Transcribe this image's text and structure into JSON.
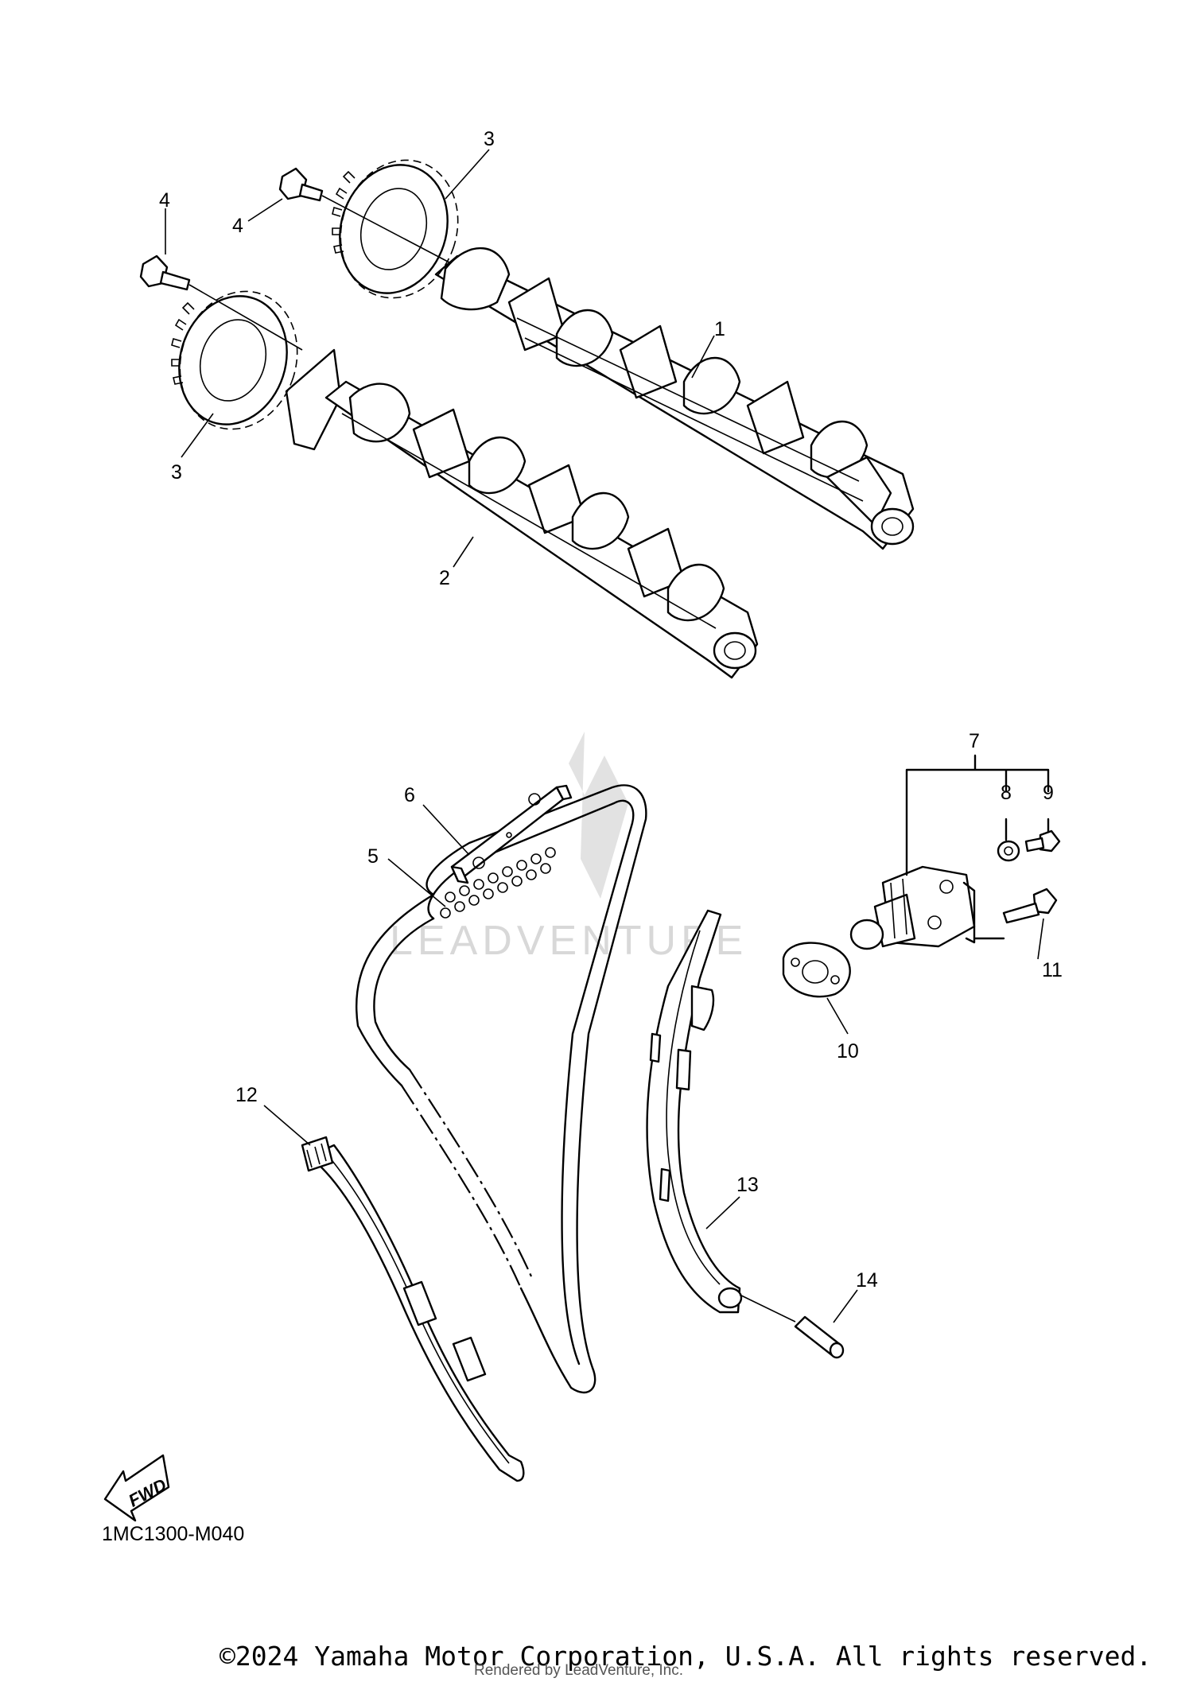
{
  "callouts": {
    "c1": "1",
    "c2": "2",
    "c3a": "3",
    "c3b": "3",
    "c4a": "4",
    "c4b": "4",
    "c5": "5",
    "c6": "6",
    "c7": "7",
    "c8": "8",
    "c9": "9",
    "c10": "10",
    "c11": "11",
    "c12": "12",
    "c13": "13",
    "c14": "14"
  },
  "fwd_label": "FWD",
  "diagram_code": "1MC1300-M040",
  "copyright": "©2024 Yamaha Motor Corporation, U.S.A. All rights reserved.",
  "rendered_by": "Rendered by LeadVenture, Inc.",
  "watermark": "LEADVENTURE",
  "icons": [
    "fwd-arrow-icon",
    "leadventure-logo-icon"
  ]
}
